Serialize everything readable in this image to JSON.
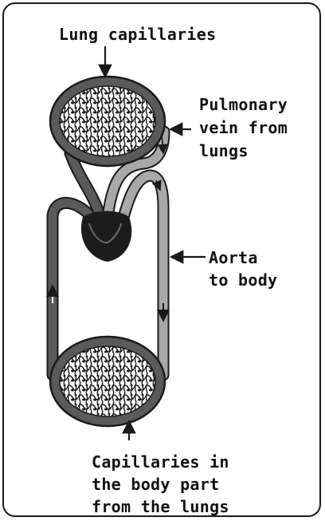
{
  "labels": {
    "lung_capillaries": "Lung capillaries",
    "pulmonary_vein": [
      "Pulmonary",
      "vein from",
      "lungs"
    ],
    "aorta": [
      "Aorta",
      "to body"
    ],
    "body_capillaries": [
      "Capillaries in",
      "the body part",
      "from the lungs"
    ]
  },
  "colors": {
    "dark_vessel": "#5a5a5a",
    "light_vessel": "#a8a8a8",
    "heart": "#1c1c1c",
    "outline": "#1a1a1a"
  }
}
